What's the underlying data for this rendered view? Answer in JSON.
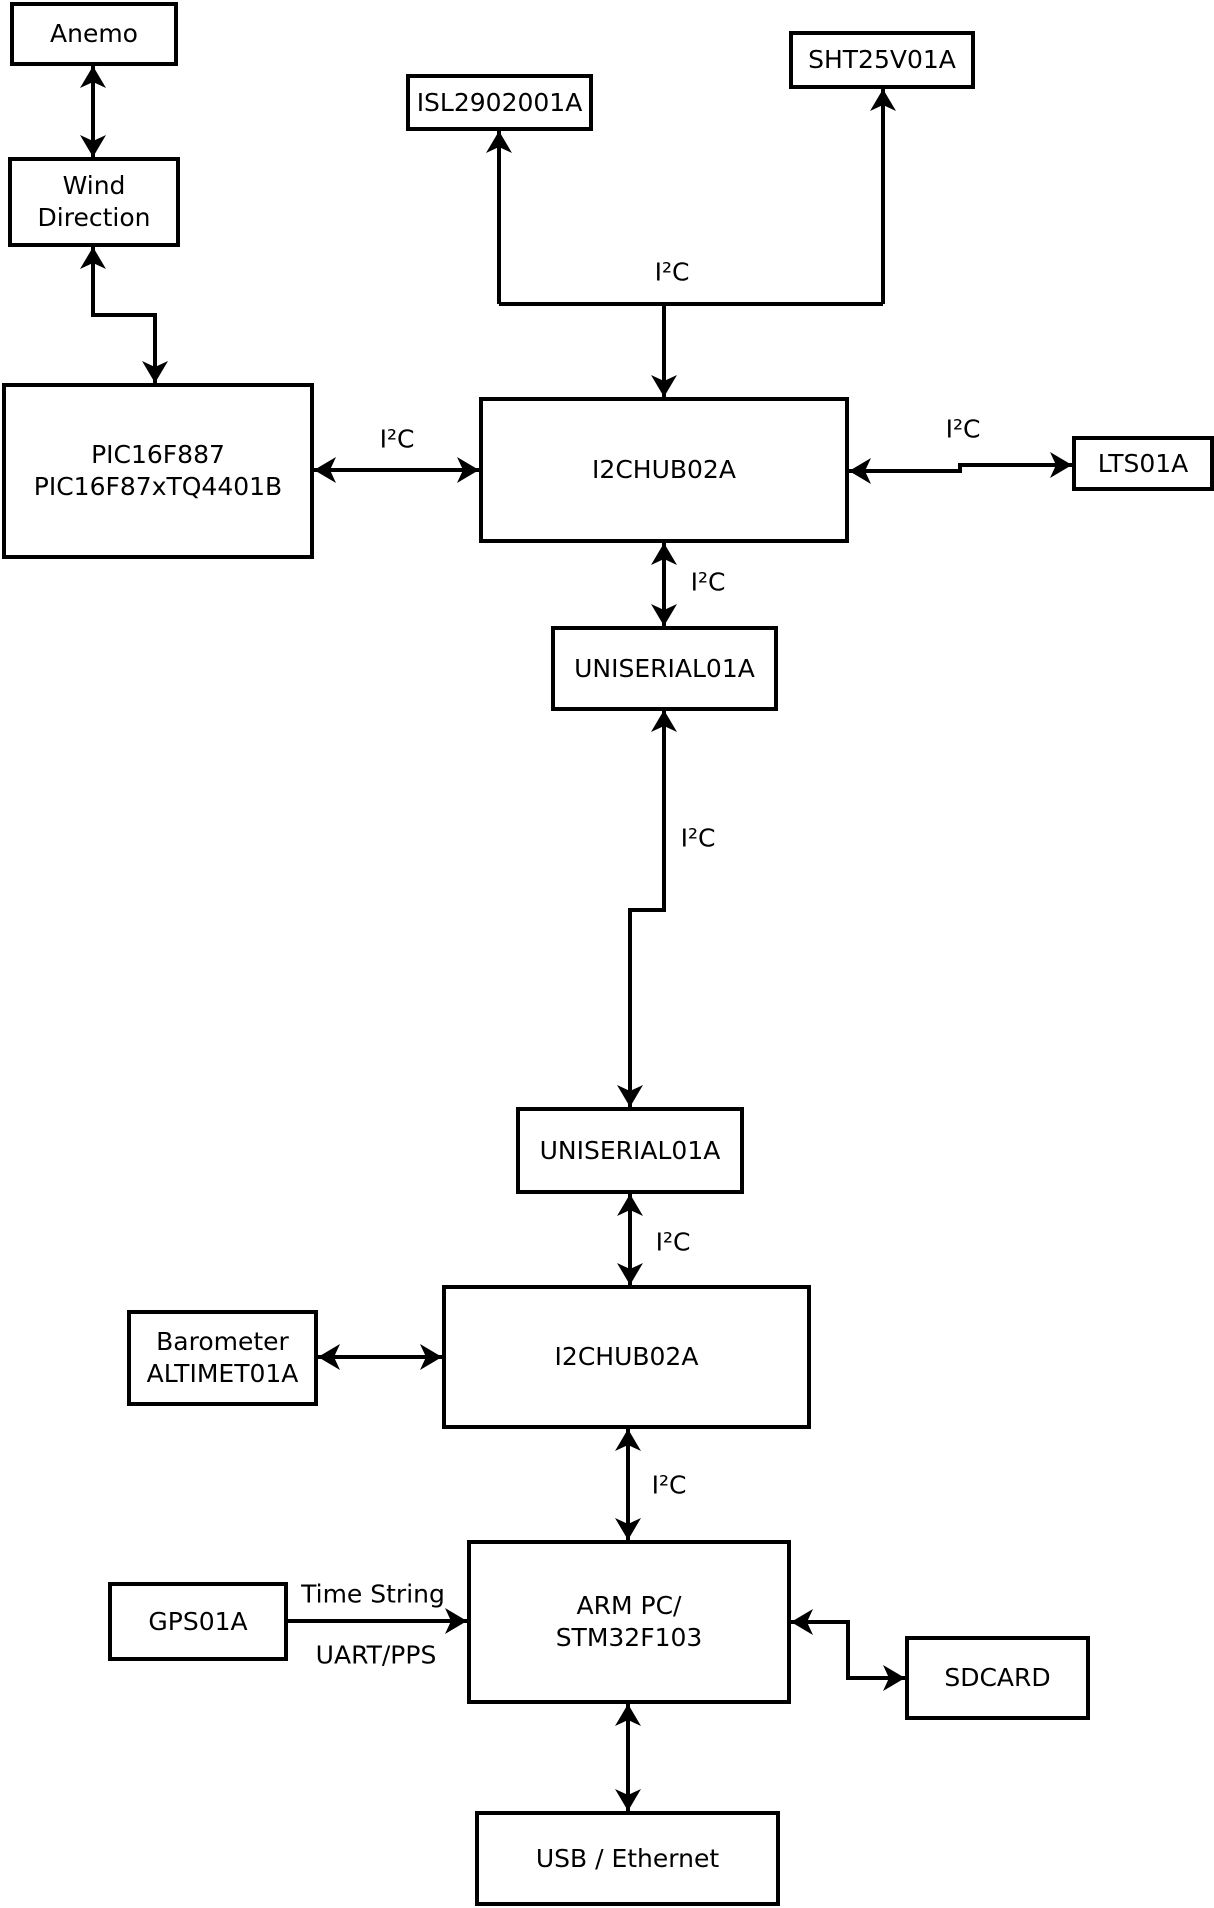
{
  "diagram": {
    "background_color": "#ffffff",
    "line_color": "#000000",
    "box_fill": "#ffffff",
    "nodes": {
      "anemo": {
        "label": "Anemo"
      },
      "wind": {
        "line1": "Wind",
        "line2": "Direction"
      },
      "pic": {
        "line1": "PIC16F887",
        "line2": "PIC16F87xTQ4401B"
      },
      "isl": {
        "label": "ISL2902001A"
      },
      "sht": {
        "label": "SHT25V01A"
      },
      "hub1": {
        "label": "I2CHUB02A"
      },
      "lts": {
        "label": "LTS01A"
      },
      "uniserial1": {
        "label": "UNISERIAL01A"
      },
      "uniserial2": {
        "label": "UNISERIAL01A"
      },
      "hub2": {
        "label": "I2CHUB02A"
      },
      "barometer": {
        "line1": "Barometer",
        "line2": "ALTIMET01A"
      },
      "arm": {
        "line1": "ARM PC/",
        "line2": "STM32F103"
      },
      "gps": {
        "label": "GPS01A"
      },
      "sdcard": {
        "label": "SDCARD"
      },
      "usb": {
        "label": "USB / Ethernet"
      }
    },
    "edge_labels": {
      "i2c_top": "I²C",
      "i2c_pic_hub1": "I²C",
      "i2c_hub1_lts": "I²C",
      "i2c_hub1_uniserial1": "I²C",
      "i2c_long": "I²C",
      "i2c_uniserial2_hub2": "I²C",
      "i2c_hub2_arm": "I²C",
      "time_string": "Time String",
      "uart_pps": "UART/PPS"
    },
    "edges": [
      {
        "from": "anemo",
        "to": "wind",
        "label": "",
        "bidirectional": true
      },
      {
        "from": "wind",
        "to": "pic",
        "label": "",
        "bidirectional": true
      },
      {
        "from": "hub1",
        "to": "isl",
        "label": "I²C",
        "bidirectional": false
      },
      {
        "from": "hub1",
        "to": "sht",
        "label": "I²C",
        "bidirectional": false
      },
      {
        "from": "pic",
        "to": "hub1",
        "label": "I²C",
        "bidirectional": true
      },
      {
        "from": "hub1",
        "to": "lts",
        "label": "I²C",
        "bidirectional": true
      },
      {
        "from": "hub1",
        "to": "uniserial1",
        "label": "I²C",
        "bidirectional": true
      },
      {
        "from": "uniserial1",
        "to": "uniserial2",
        "label": "I²C",
        "bidirectional": true
      },
      {
        "from": "uniserial2",
        "to": "hub2",
        "label": "I²C",
        "bidirectional": true
      },
      {
        "from": "barometer",
        "to": "hub2",
        "label": "I²C",
        "bidirectional": true
      },
      {
        "from": "hub2",
        "to": "arm",
        "label": "I²C",
        "bidirectional": true
      },
      {
        "from": "gps",
        "to": "arm",
        "label": "Time String / UART/PPS",
        "bidirectional": false
      },
      {
        "from": "arm",
        "to": "sdcard",
        "label": "",
        "bidirectional": true
      },
      {
        "from": "arm",
        "to": "usb",
        "label": "",
        "bidirectional": true
      }
    ]
  }
}
